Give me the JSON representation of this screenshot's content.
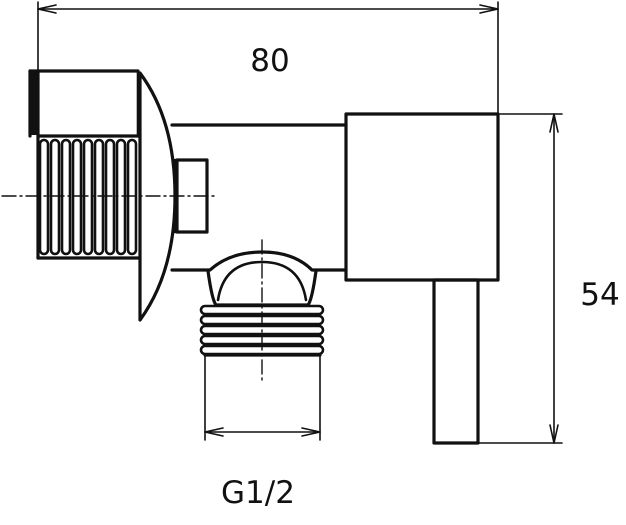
{
  "dimensions": {
    "width_label": "80",
    "height_label": "54",
    "thread_label": "G1/2"
  },
  "colors": {
    "line": "#111111",
    "background": "#ffffff"
  }
}
